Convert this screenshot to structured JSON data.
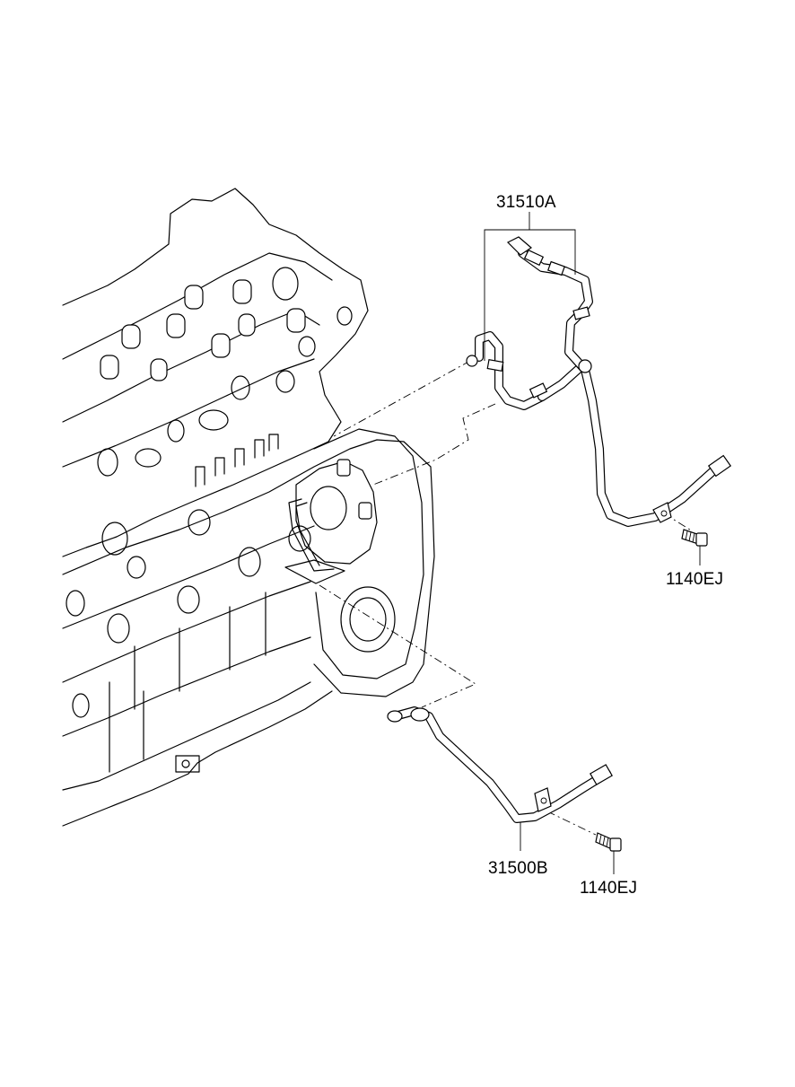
{
  "diagram": {
    "parts": [
      {
        "id": "fuel-feed-tube",
        "code": "31510A"
      },
      {
        "id": "bolt-upper",
        "code": "1140EJ"
      },
      {
        "id": "fuel-return-tube",
        "code": "31500B"
      },
      {
        "id": "bolt-lower",
        "code": "1140EJ"
      }
    ]
  }
}
